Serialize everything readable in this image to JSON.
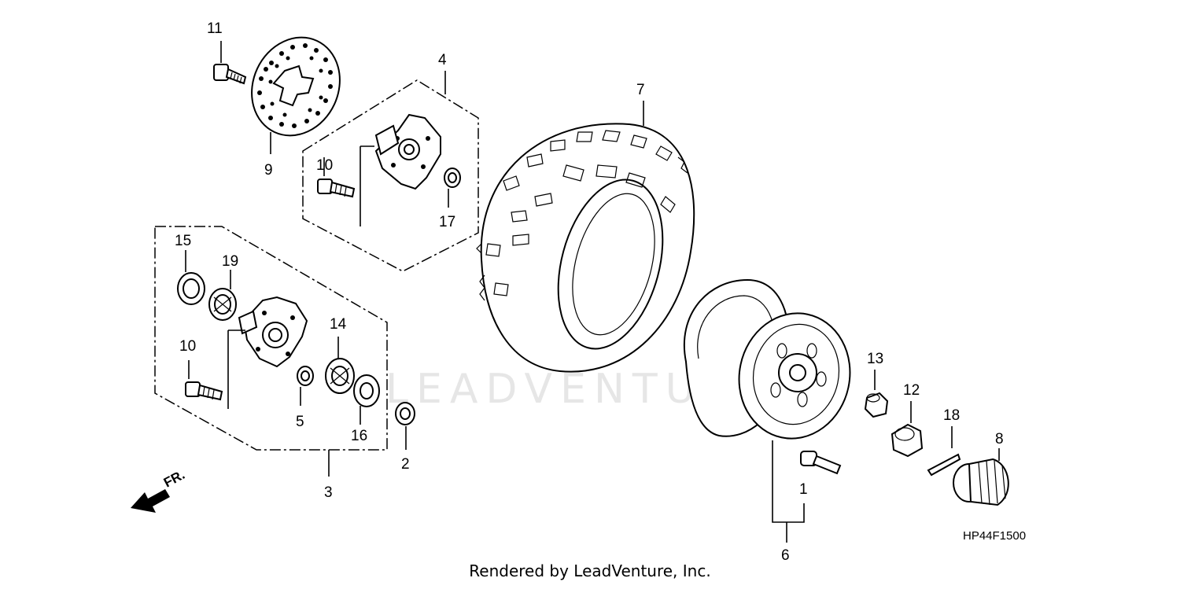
{
  "watermark": "LEADVENTURE",
  "diagram_code": "HP44F1500",
  "direction_label": "FR.",
  "footer_text": "Rendered by LeadVenture, Inc.",
  "callouts": {
    "c1": "1",
    "c2": "2",
    "c3": "3",
    "c4": "4",
    "c5": "5",
    "c6": "6",
    "c7": "7",
    "c8": "8",
    "c9": "9",
    "c10a": "10",
    "c10b": "10",
    "c11": "11",
    "c12": "12",
    "c13": "13",
    "c14": "14",
    "c15": "15",
    "c16": "16",
    "c17": "17",
    "c18": "18",
    "c19": "19"
  }
}
